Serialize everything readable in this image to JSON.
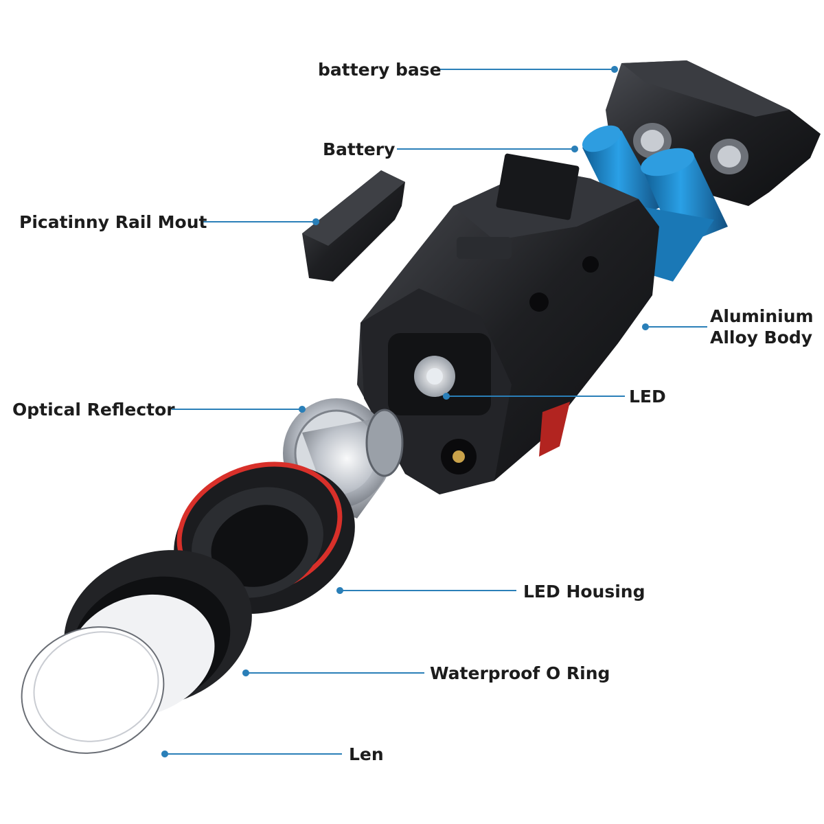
{
  "labels": {
    "battery_base": "battery base",
    "battery": "Battery",
    "picatinny": "Picatinny Rail Mout",
    "body_line1": "Aluminium",
    "body_line2": "Alloy Body",
    "led": "LED",
    "reflector": "Optical Reflector",
    "led_housing": "LED Housing",
    "o_ring": "Waterproof O Ring",
    "lens": "Len"
  },
  "colors": {
    "leader": "#2a7fb8",
    "part_black": "#1e1f22",
    "battery_blue": "#1f86c9",
    "o_ring_red": "#d8302a",
    "chrome": "#c8ccd2"
  }
}
